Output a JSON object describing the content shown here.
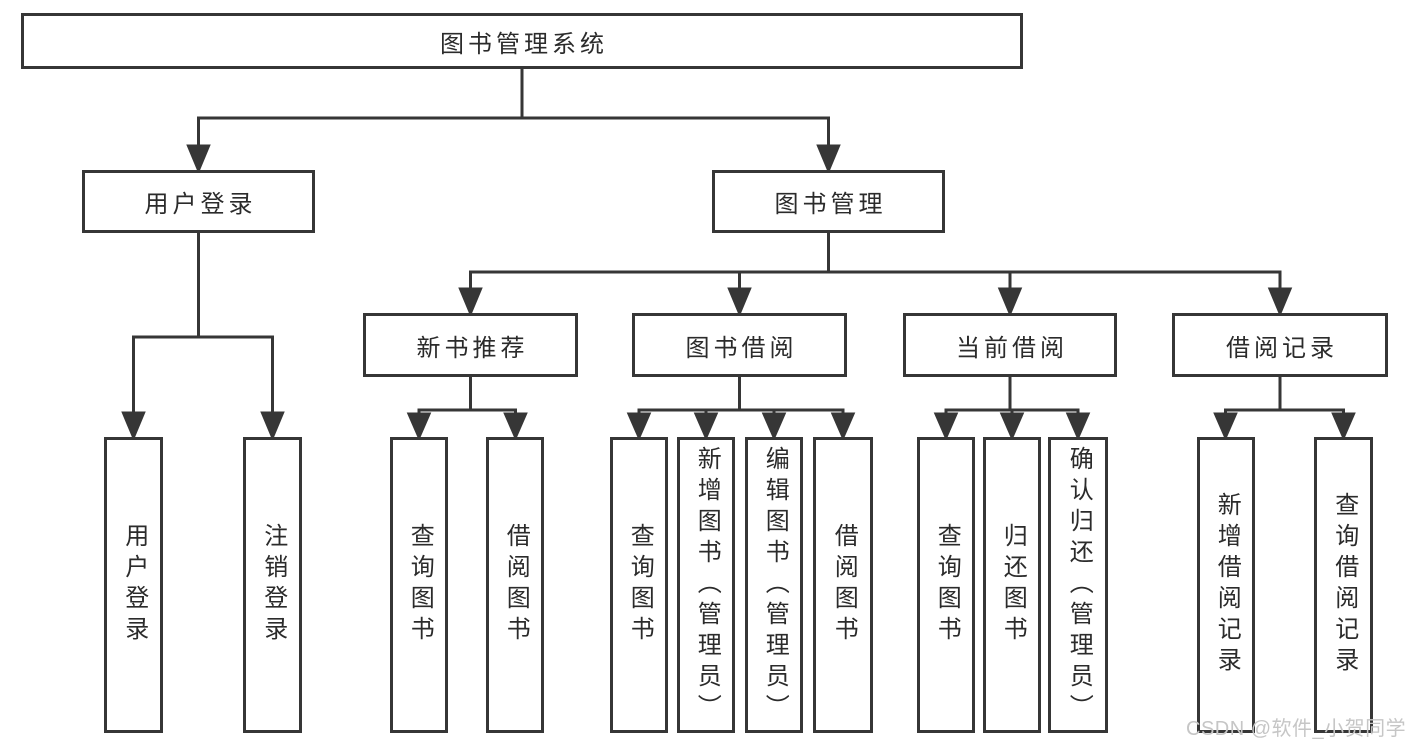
{
  "diagram_title": "图书管理系统",
  "tree": {
    "label": "图书管理系统",
    "children": [
      {
        "label": "用户登录",
        "children": [
          {
            "label": "用户登录"
          },
          {
            "label": "注销登录"
          }
        ]
      },
      {
        "label": "图书管理",
        "children": [
          {
            "label": "新书推荐",
            "children": [
              {
                "label": "查询图书"
              },
              {
                "label": "借阅图书"
              }
            ]
          },
          {
            "label": "图书借阅",
            "children": [
              {
                "label": "查询图书"
              },
              {
                "label": "新增图书（管理员）"
              },
              {
                "label": "编辑图书（管理员）"
              },
              {
                "label": "借阅图书"
              }
            ]
          },
          {
            "label": "当前借阅",
            "children": [
              {
                "label": "查询图书"
              },
              {
                "label": "归还图书"
              },
              {
                "label": "确认归还（管理员）"
              }
            ]
          },
          {
            "label": "借阅记录",
            "children": [
              {
                "label": "新增借阅记录"
              },
              {
                "label": "查询借阅记录"
              }
            ]
          }
        ]
      }
    ]
  },
  "watermark": {
    "text": "CSDN @软件_小贺同学"
  },
  "colors": {
    "line": "#363636",
    "text": "#2b2b2b",
    "watermark": "#c6c6c6",
    "background": "#ffffff"
  }
}
